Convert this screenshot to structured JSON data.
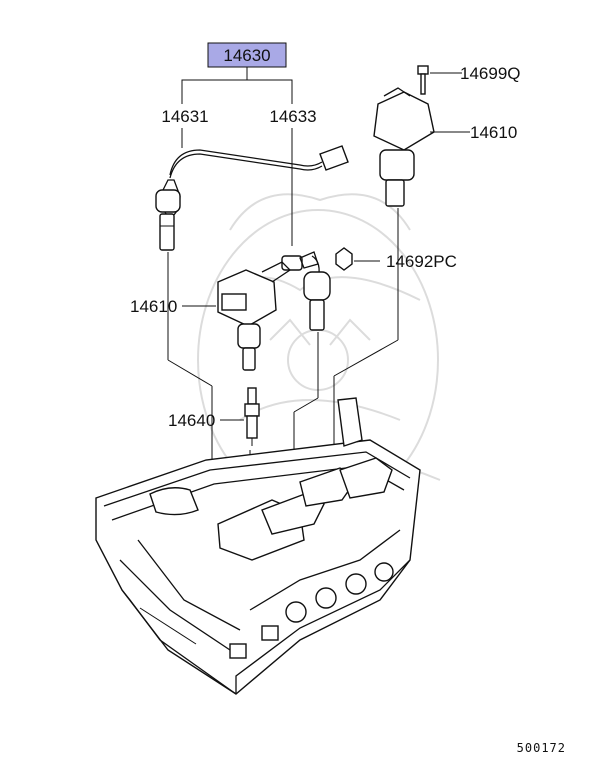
{
  "diagram": {
    "highlight_color": "#a9a9e6",
    "parts": {
      "assembly": "14630",
      "wire_left": "14631",
      "wire_right": "14633",
      "bolt": "14699Q",
      "coil_upper": "14610",
      "nut": "14692PC",
      "coil_lower": "14610",
      "spark_plug": "14640"
    },
    "reference_code": "500172"
  }
}
